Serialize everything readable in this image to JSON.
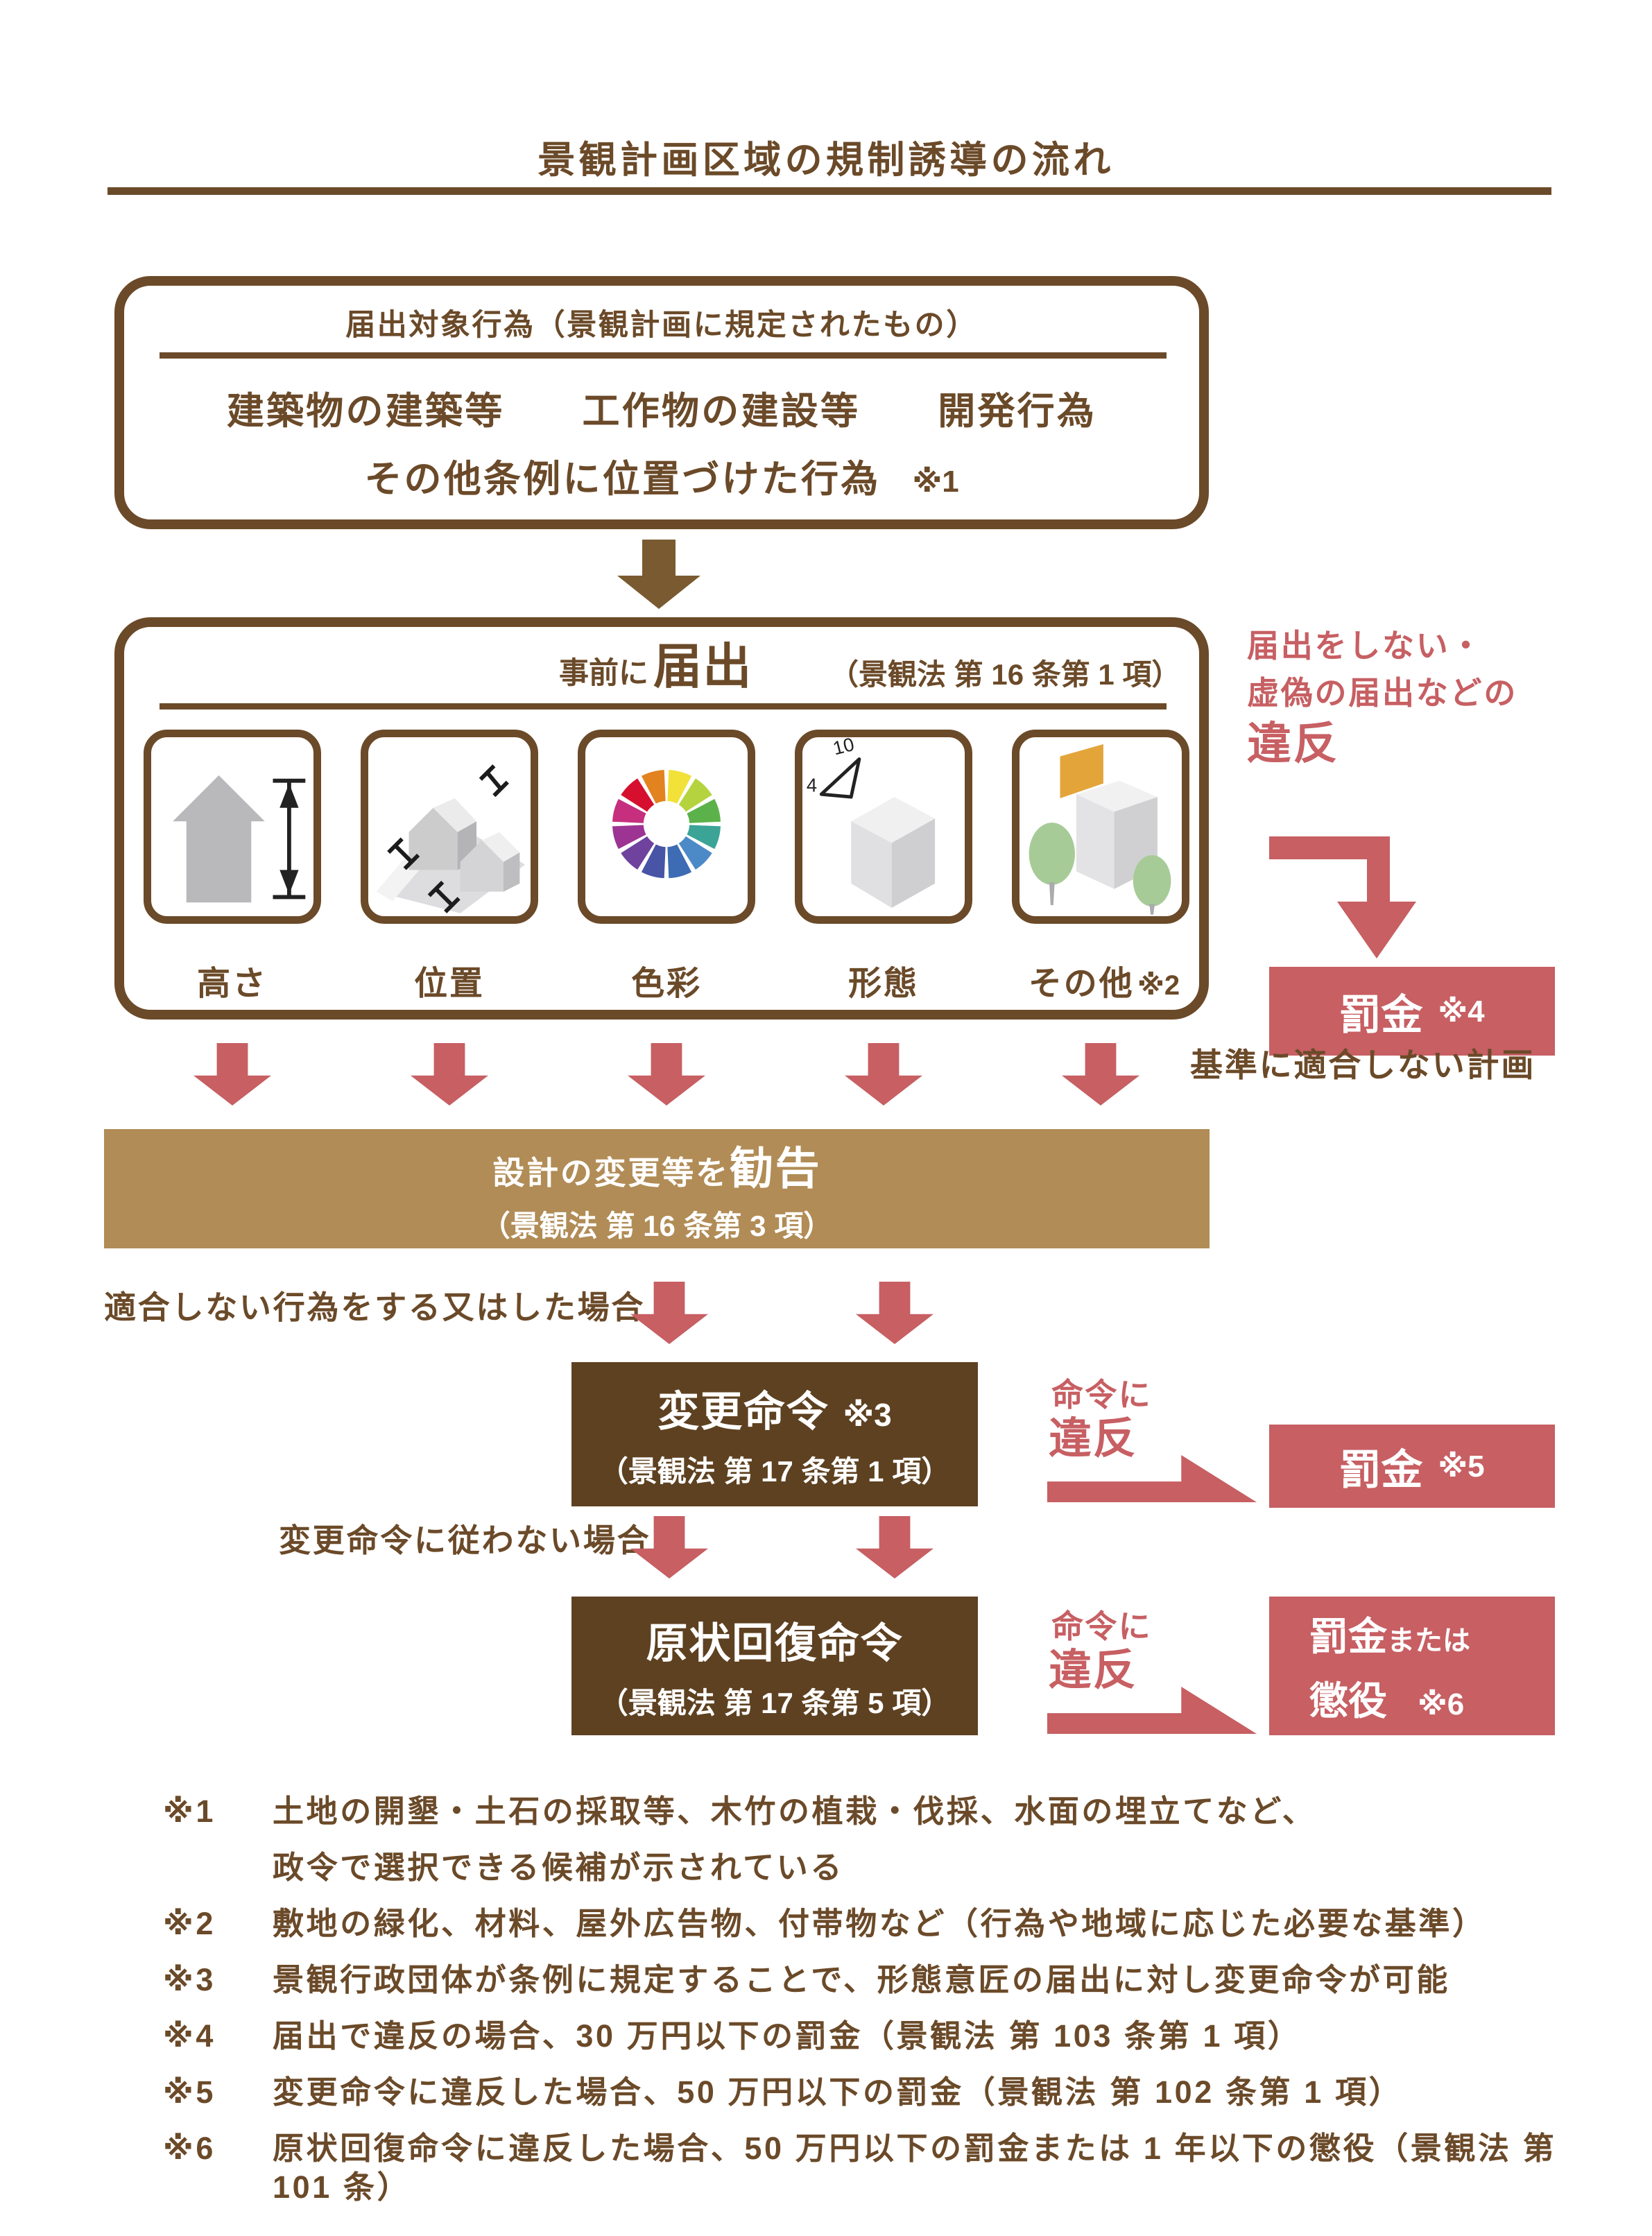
{
  "title": "景観計画区域の規制誘導の流れ",
  "colors": {
    "brown": "#6b4a29",
    "brown-arrow": "#7a5a30",
    "tan": "#b18c56",
    "box-brown": "#5e4121",
    "red": "#c75f63"
  },
  "box_target": {
    "header": "届出対象行為（景観計画に規定されたもの）",
    "item1": "建築物の建築等",
    "item2": "工作物の建設等",
    "item3": "開発行為",
    "item_other": "その他条例に位置づけた行為",
    "item_other_note": "※1"
  },
  "box_notify": {
    "prefix": "事前に",
    "title": "届出",
    "law": "（景観法 第 16 条第 1 項）",
    "cards": [
      {
        "label": "高さ",
        "icon": "height-measure-icon"
      },
      {
        "label": "位置",
        "icon": "position-houses-icon"
      },
      {
        "label": "色彩",
        "icon": "color-wheel-icon"
      },
      {
        "label": "形態",
        "icon": "form-house-icon"
      },
      {
        "label": "その他",
        "note": "※2",
        "icon": "other-building-icon"
      }
    ]
  },
  "violation_notify": {
    "line1": "届出をしない・",
    "line2": "虚偽の届出などの",
    "line3": "違反"
  },
  "fine4": {
    "label": "罰金",
    "note": "※4"
  },
  "note_nonconforming_plan": "基準に適合しない計画",
  "bar_kankoku": {
    "prefix": "設計の変更等を",
    "title": "勧告",
    "law": "（景観法 第 16 条第 3 項）"
  },
  "note_nonconforming_act": "適合しない行為をする又はした場合",
  "box_henkou": {
    "title": "変更命令",
    "note": "※3",
    "law": "（景観法 第 17 条第 1 項）"
  },
  "violation_order1": {
    "line1": "命令に",
    "line2": "違反"
  },
  "fine5": {
    "label": "罰金",
    "note": "※5"
  },
  "note_not_follow": "変更命令に従わない場合",
  "box_genjou": {
    "title": "原状回復命令",
    "law": "（景観法 第 17 条第 5 項）"
  },
  "violation_order2": {
    "line1": "命令に",
    "line2": "違反"
  },
  "fine6": {
    "label1": "罰金",
    "label1_suffix": "または",
    "label2": "懲役",
    "note": "※6"
  },
  "wheel_colors": [
    "#f2e139",
    "#b5d33e",
    "#5cb24a",
    "#3ca496",
    "#4b8ac7",
    "#3e6cb4",
    "#4854a5",
    "#6f429e",
    "#9d3493",
    "#c62f7e",
    "#d60f2e",
    "#e2831f"
  ],
  "footnotes": [
    {
      "mark": "※1",
      "text": "土地の開墾・土石の採取等、木竹の植栽・伐採、水面の埋立てなど、"
    },
    {
      "mark": "",
      "text": "政令で選択できる候補が示されている"
    },
    {
      "mark": "※2",
      "text": "敷地の緑化、材料、屋外広告物、付帯物など（行為や地域に応じた必要な基準）"
    },
    {
      "mark": "※3",
      "text": "景観行政団体が条例に規定することで、形態意匠の届出に対し変更命令が可能"
    },
    {
      "mark": "※4",
      "text": "届出で違反の場合、30 万円以下の罰金（景観法 第 103 条第 1 項）"
    },
    {
      "mark": "※5",
      "text": "変更命令に違反した場合、50 万円以下の罰金（景観法 第 102 条第 1 項）"
    },
    {
      "mark": "※6",
      "text": "原状回復命令に違反した場合、50 万円以下の罰金または 1 年以下の懲役（景観法 第 101 条）"
    }
  ]
}
